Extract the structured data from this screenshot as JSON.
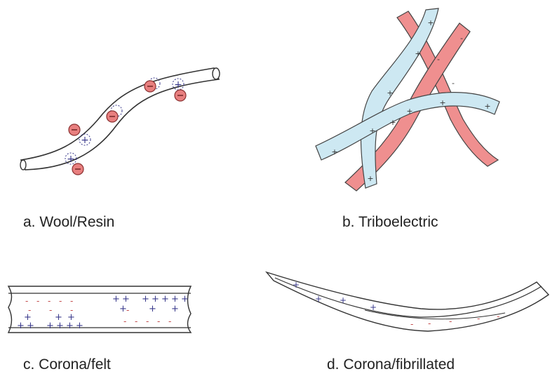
{
  "colors": {
    "outline": "#333333",
    "fiber_blue": "#cde8f2",
    "fiber_red": "#ef8f8f",
    "charge_red": "#e87f7f",
    "charge_blue": "#3a3a8c",
    "negative_dash": "#c24a4a"
  },
  "panels": [
    {
      "id": "a",
      "caption": "a. Wool/Resin"
    },
    {
      "id": "b",
      "caption": "b. Triboelectric"
    },
    {
      "id": "c",
      "caption": "c. Corona/felt"
    },
    {
      "id": "d",
      "caption": "d. Corona/fibrillated"
    }
  ],
  "symbols": {
    "plus": "+",
    "minus": "-"
  }
}
